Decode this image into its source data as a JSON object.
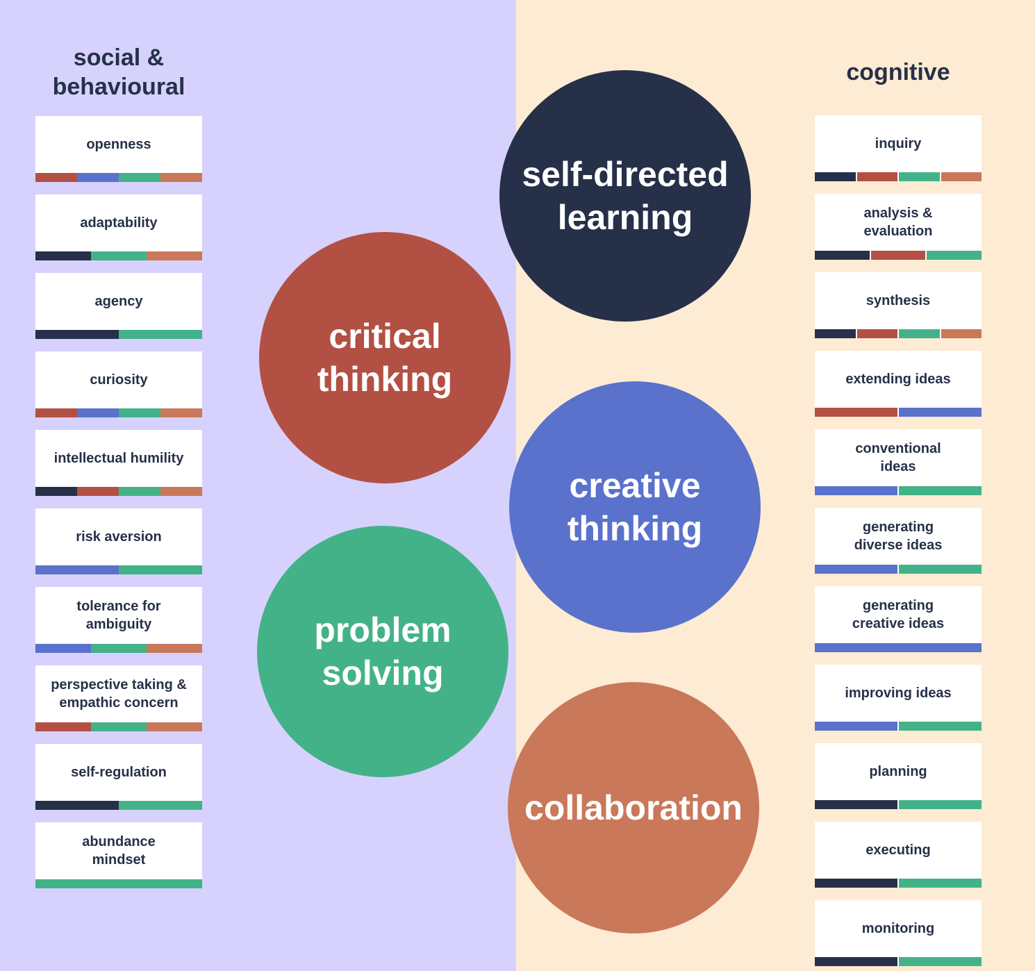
{
  "colors": {
    "self_directed": "#263048",
    "critical": "#b35044",
    "creative": "#5a72cc",
    "problem": "#44b289",
    "collaboration": "#c9785a"
  },
  "left": {
    "title": "social &\nbehavioural",
    "items": [
      {
        "label": "openness",
        "bars": [
          "critical",
          "creative",
          "problem",
          "collaboration"
        ]
      },
      {
        "label": "adaptability",
        "bars": [
          "self_directed",
          "problem",
          "collaboration"
        ]
      },
      {
        "label": "agency",
        "bars": [
          "self_directed",
          "problem"
        ]
      },
      {
        "label": "curiosity",
        "bars": [
          "critical",
          "creative",
          "problem",
          "collaboration"
        ]
      },
      {
        "label": "intellectual humility",
        "bars": [
          "self_directed",
          "critical",
          "problem",
          "collaboration"
        ]
      },
      {
        "label": "risk aversion",
        "bars": [
          "creative",
          "problem"
        ]
      },
      {
        "label": "tolerance for\nambiguity",
        "bars": [
          "creative",
          "problem",
          "collaboration"
        ]
      },
      {
        "label": "perspective taking &\nempathic concern",
        "bars": [
          "critical",
          "problem",
          "collaboration"
        ]
      },
      {
        "label": "self-regulation",
        "bars": [
          "self_directed",
          "problem"
        ]
      },
      {
        "label": "abundance\nmindset",
        "bars": [
          "problem"
        ]
      }
    ]
  },
  "right": {
    "title": "cognitive",
    "items": [
      {
        "label": "inquiry",
        "bars": [
          "self_directed",
          "critical",
          "problem",
          "collaboration"
        ]
      },
      {
        "label": "analysis &\nevaluation",
        "bars": [
          "self_directed",
          "critical",
          "problem"
        ]
      },
      {
        "label": "synthesis",
        "bars": [
          "self_directed",
          "critical",
          "problem",
          "collaboration"
        ]
      },
      {
        "label": "extending ideas",
        "bars": [
          "critical",
          "creative"
        ]
      },
      {
        "label": "conventional\nideas",
        "bars": [
          "creative",
          "problem"
        ]
      },
      {
        "label": "generating\ndiverse ideas",
        "bars": [
          "creative",
          "problem"
        ]
      },
      {
        "label": "generating\ncreative ideas",
        "bars": [
          "creative"
        ]
      },
      {
        "label": "improving ideas",
        "bars": [
          "creative",
          "problem"
        ]
      },
      {
        "label": "planning",
        "bars": [
          "self_directed",
          "problem"
        ]
      },
      {
        "label": "executing",
        "bars": [
          "self_directed",
          "problem"
        ]
      },
      {
        "label": "monitoring",
        "bars": [
          "self_directed",
          "problem"
        ]
      }
    ]
  },
  "circles": {
    "self_directed": "self-directed\nlearning",
    "critical": "critical\nthinking",
    "creative": "creative\nthinking",
    "problem": "problem\nsolving",
    "collaboration": "collaboration"
  }
}
